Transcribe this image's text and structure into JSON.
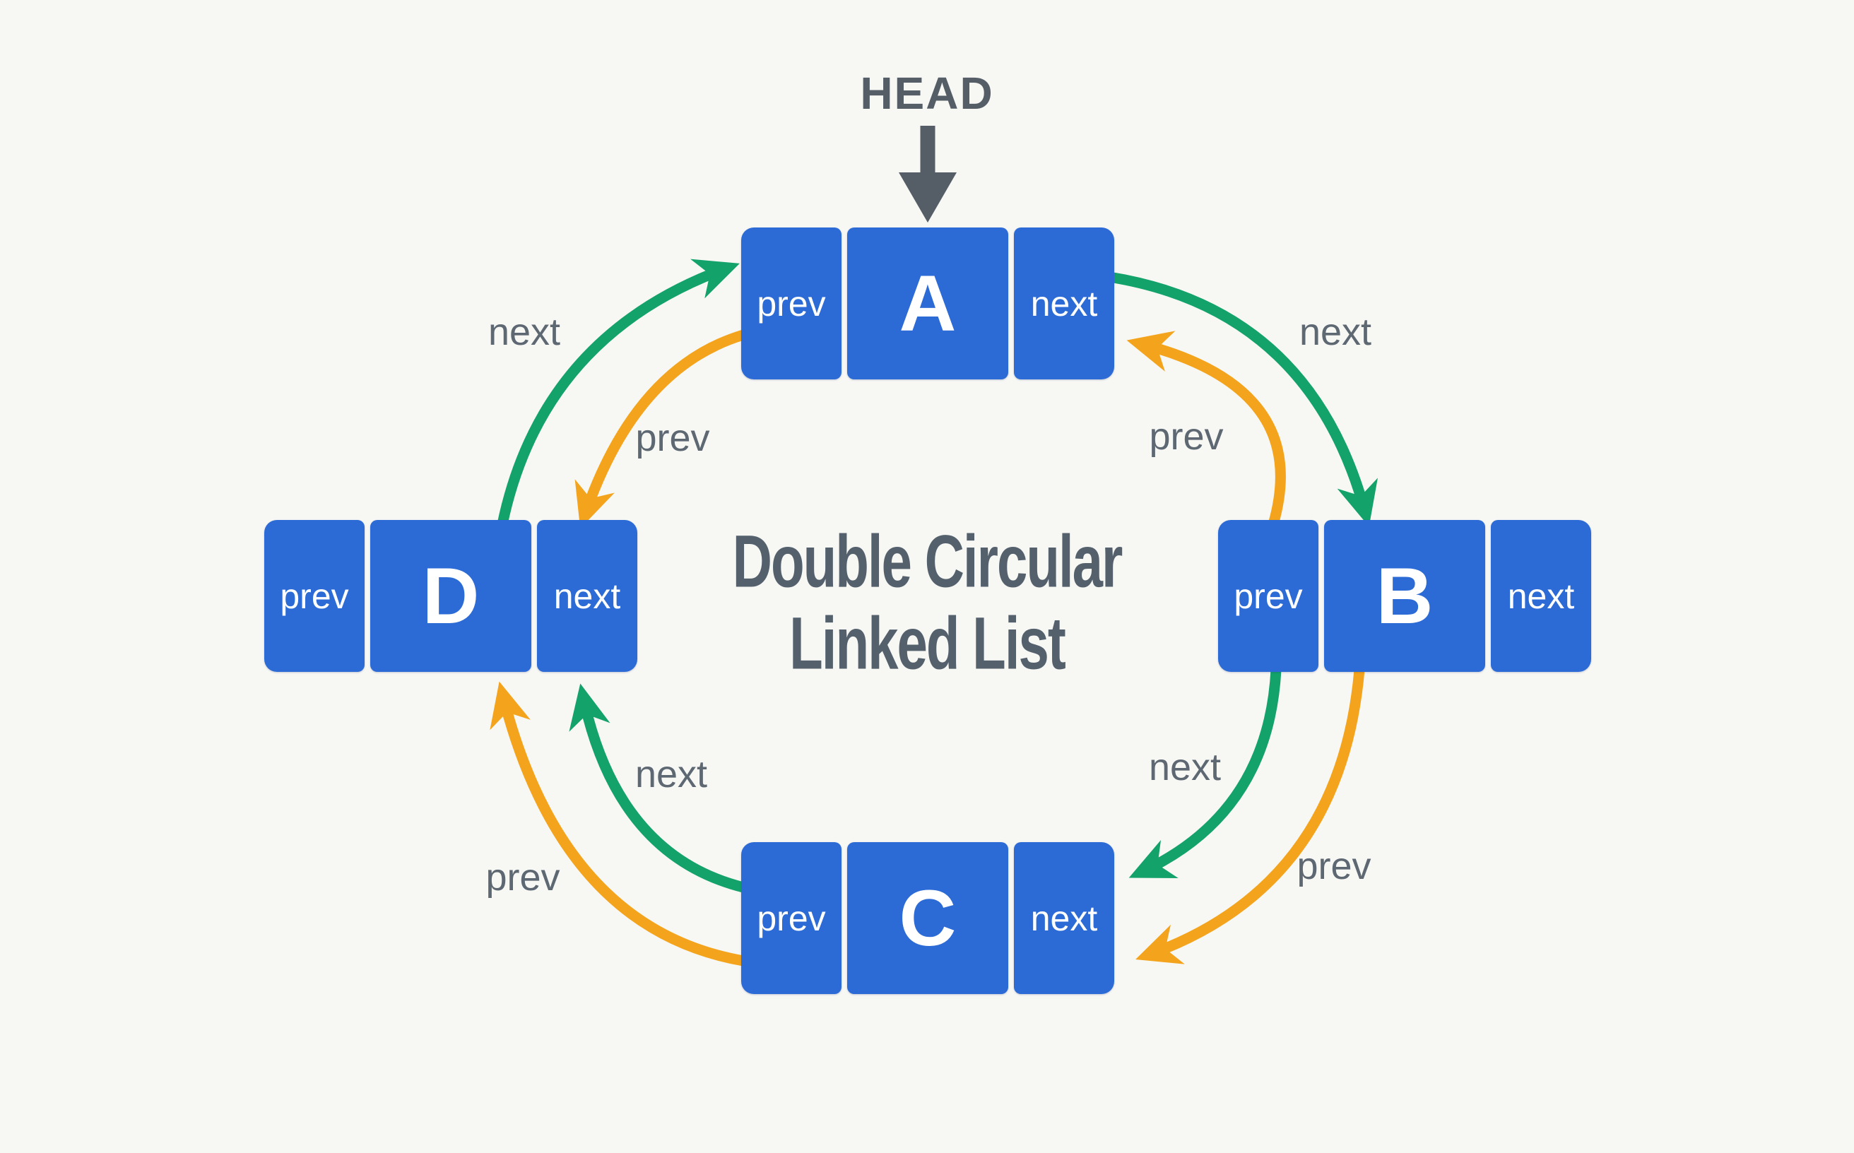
{
  "head": {
    "label": "HEAD"
  },
  "title": {
    "line1": "Double Circular",
    "line2": "Linked List"
  },
  "nodes": {
    "a": {
      "prev_label": "prev",
      "value": "A",
      "next_label": "next"
    },
    "b": {
      "prev_label": "prev",
      "value": "B",
      "next_label": "next"
    },
    "c": {
      "prev_label": "prev",
      "value": "C",
      "next_label": "next"
    },
    "d": {
      "prev_label": "prev",
      "value": "D",
      "next_label": "next"
    }
  },
  "edge_labels": {
    "top_left": {
      "next": "next",
      "prev": "prev"
    },
    "top_right": {
      "next": "next",
      "prev": "prev"
    },
    "bottom_right": {
      "next": "next",
      "prev": "prev"
    },
    "bottom_left": {
      "next": "next",
      "prev": "prev"
    }
  },
  "colors": {
    "background": "#f7f7f4",
    "node_blue": "#2c6bd5",
    "cell_text": "#ffffff",
    "next_green": "#13a26a",
    "prev_orange": "#f4a41c",
    "head_gray": "#555e66",
    "label_gray": "#5d6872",
    "title_gray": "#54616d"
  }
}
